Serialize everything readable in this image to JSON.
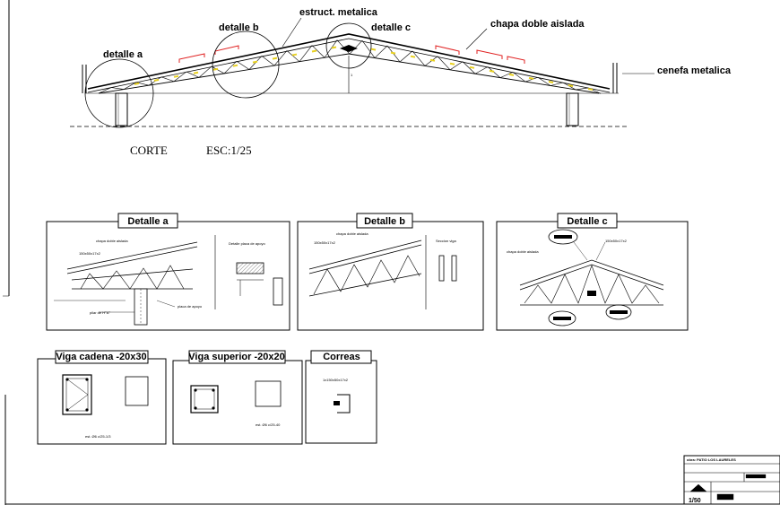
{
  "section": {
    "labels": {
      "detalle_a": "detalle a",
      "detalle_b": "detalle b",
      "estruct": "estruct. metalica",
      "detalle_c": "detalle c",
      "chapa": "chapa doble aislada",
      "cenefa": "cenefa metalica"
    },
    "corte": "CORTE",
    "escala": "ESC:1/25"
  },
  "panels": {
    "detalle_a": {
      "title": "Detalle a",
      "notes": {
        "chapa": "chapa doble aislada",
        "perfil": "150x50x17x2",
        "placa": "Detalle placa de apoyo",
        "pilar": "pilar de H°A°",
        "placa_apoyo": "placa de apoyo"
      }
    },
    "detalle_b": {
      "title": "Detalle b",
      "notes": {
        "chapa": "chapa doble aislada",
        "perfil": "150x50x17x2",
        "seccion": "Seccion viga"
      }
    },
    "detalle_c": {
      "title": "Detalle c",
      "notes": {
        "chapa": "chapa doble aislada",
        "perfil": "150x50x17x2"
      }
    },
    "viga_cadena": {
      "title": "Viga cadena -20x30",
      "note": "est. Ø6 c/25-1/3"
    },
    "viga_superior": {
      "title": "Viga superior -20x20",
      "note": "est. Ø6 c/25-40"
    },
    "correas": {
      "title": "Correas",
      "note": "1x150x50x17x2"
    }
  },
  "title_block": {
    "obra": "obra: PATIO LOS LAURELES",
    "escala": "1/50"
  },
  "colors": {
    "ink": "#000000",
    "accent_yellow": "#e8d020",
    "accent_red": "#e02020",
    "hatch": "#555555"
  }
}
